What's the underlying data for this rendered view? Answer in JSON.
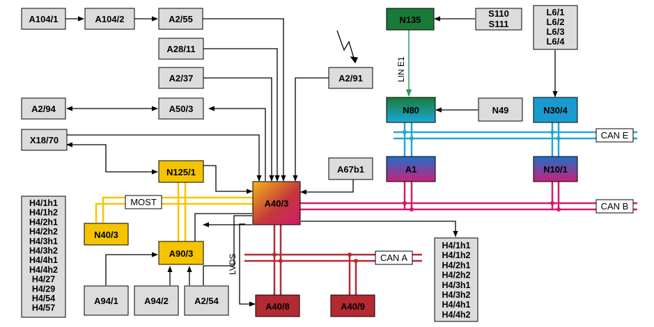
{
  "colors": {
    "box_gray": "#dcdcdc",
    "box_yellow": "#f5c400",
    "box_green": "#1a7a3a",
    "box_teal": "#17a7a0",
    "box_blue": "#1a9bd0",
    "box_red": "#b32a33",
    "most_bus": "#f7c600",
    "can_e_bus": "#21a7d6",
    "can_b_bus": "#d21a6a",
    "can_a_bus": "#b32a33",
    "lin_bus": "#2a9a5a",
    "line": "#000000"
  },
  "modules": {
    "A104_1": "A104/1",
    "A104_2": "A104/2",
    "A2_55": "A2/55",
    "A28_11": "A28/11",
    "A2_37": "A2/37",
    "A2_94": "A2/94",
    "A50_3": "A50/3",
    "X18_70": "X18/70",
    "N125_1": "N125/1",
    "A2_91": "A2/91",
    "A67b1": "A67b1",
    "A40_3": "A40/3",
    "N40_3": "N40/3",
    "A90_3": "A90/3",
    "A94_1": "A94/1",
    "A94_2": "A94/2",
    "A2_54": "A2/54",
    "A40_8": "A40/8",
    "A40_9": "A40/9",
    "N135": "N135",
    "S110_S111": [
      "S110",
      "S111"
    ],
    "L6": [
      "L6/1",
      "L6/2",
      "L6/3",
      "L6/4"
    ],
    "N80": "N80",
    "N49": "N49",
    "N30_4": "N30/4",
    "A1": "A1",
    "N10_1": "N10/1",
    "H4_left": [
      "H4/1h1",
      "H4/1h2",
      "H4/2h1",
      "H4/2h2",
      "H4/3h1",
      "H4/3h2",
      "H4/4h1",
      "H4/4h2",
      "H4/27",
      "H4/29",
      "H4/54",
      "H4/57"
    ],
    "H4_right": [
      "H4/1h1",
      "H4/1h2",
      "H4/2h1",
      "H4/2h2",
      "H4/3h1",
      "H4/3h2",
      "H4/4h1",
      "H4/4h2"
    ]
  },
  "labels": {
    "most": "MOST",
    "can_e": "CAN E",
    "can_b": "CAN B",
    "can_a": "CAN A",
    "lin": "LIN E1",
    "lvds": "LVDS"
  },
  "icons": {
    "wireless": "antenna-zigzag-icon"
  }
}
